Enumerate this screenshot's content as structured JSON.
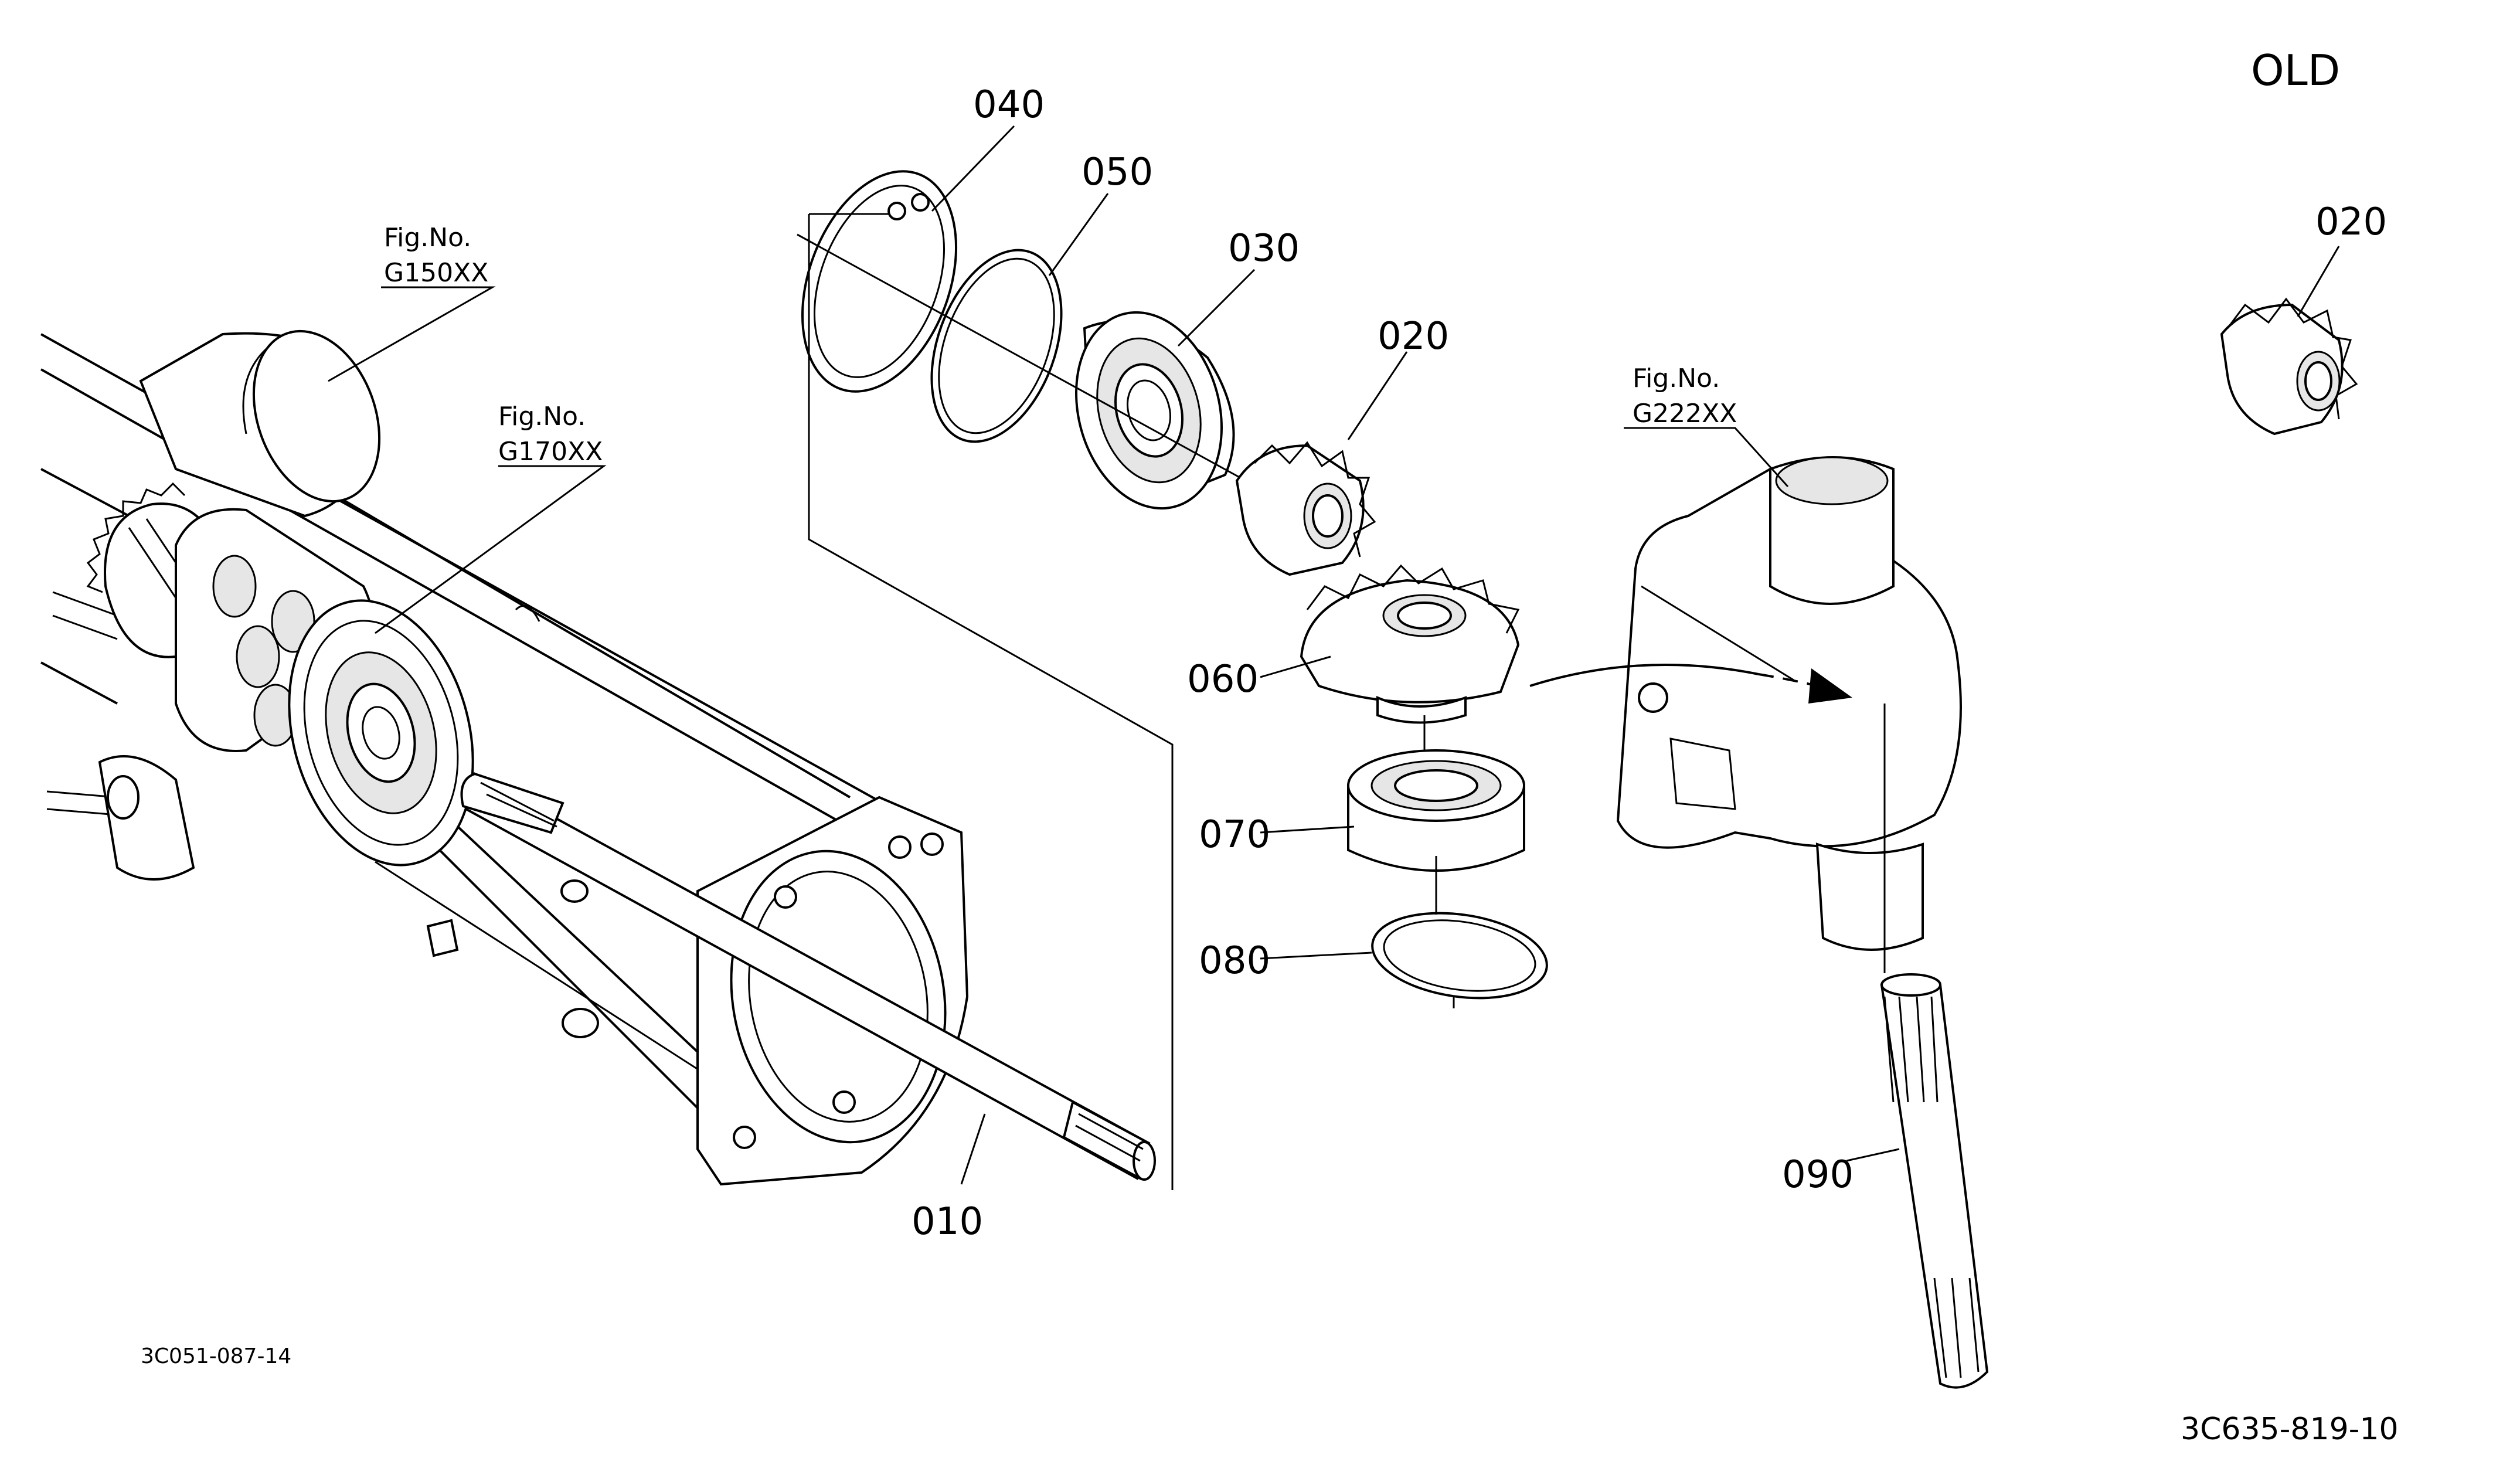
{
  "corner_label": "OLD",
  "figure_refs": [
    {
      "prefix": "Fig.No.",
      "code": "G150XX"
    },
    {
      "prefix": "Fig.No.",
      "code": "G170XX"
    },
    {
      "prefix": "Fig.No.",
      "code": "G222XX"
    }
  ],
  "part_labels": [
    {
      "id": "010",
      "text": "010"
    },
    {
      "id": "020",
      "text": "020"
    },
    {
      "id": "020-old",
      "text": "020"
    },
    {
      "id": "030",
      "text": "030"
    },
    {
      "id": "040",
      "text": "040"
    },
    {
      "id": "050",
      "text": "050"
    },
    {
      "id": "060",
      "text": "060"
    },
    {
      "id": "070",
      "text": "070"
    },
    {
      "id": "080",
      "text": "080"
    },
    {
      "id": "090",
      "text": "090"
    }
  ],
  "drawing_codes": {
    "left": "3C051-087-14",
    "right": "3C635-819-10"
  }
}
